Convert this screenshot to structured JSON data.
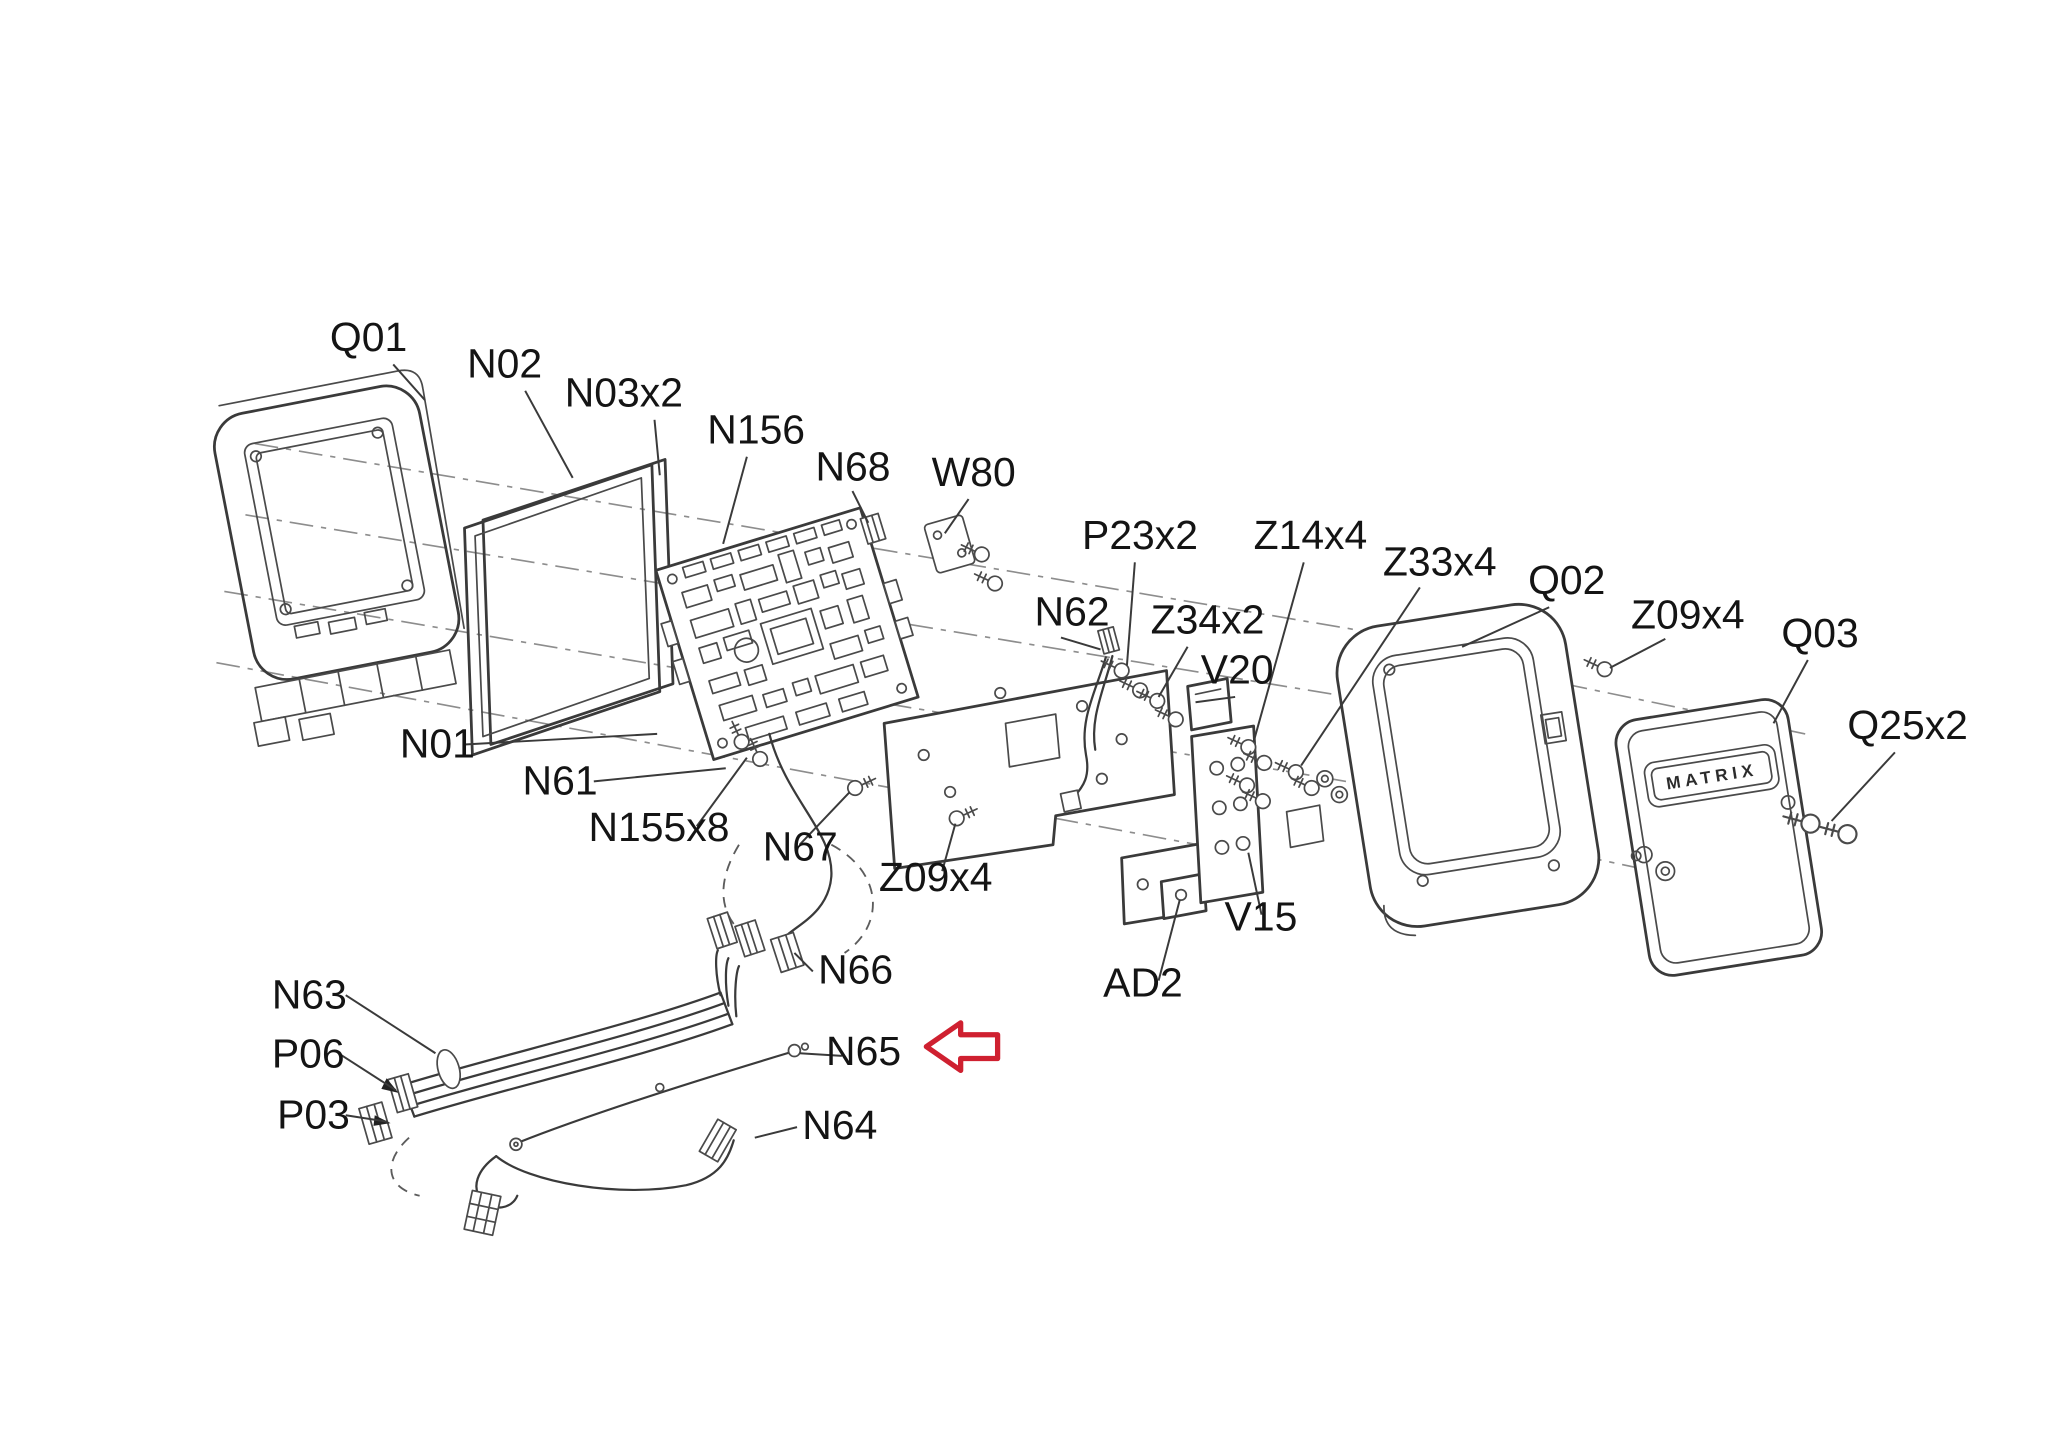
{
  "diagram": {
    "logo": "MATRIX",
    "arrow_color": "#cf2030",
    "line_color": "#3a3a3a",
    "labels": [
      {
        "text": "Q01"
      },
      {
        "text": "N02"
      },
      {
        "text": "N03x2"
      },
      {
        "text": "N156"
      },
      {
        "text": "N68"
      },
      {
        "text": "W80"
      },
      {
        "text": "P23x2"
      },
      {
        "text": "Z14x4"
      },
      {
        "text": "Z33x4"
      },
      {
        "text": "Q02"
      },
      {
        "text": "Z09x4"
      },
      {
        "text": "Q03"
      },
      {
        "text": "Q25x2"
      },
      {
        "text": "N62"
      },
      {
        "text": "Z34x2"
      },
      {
        "text": "V20"
      },
      {
        "text": "N01"
      },
      {
        "text": "N61"
      },
      {
        "text": "N155x8"
      },
      {
        "text": "N67"
      },
      {
        "text": "Z09x4"
      },
      {
        "text": "V15"
      },
      {
        "text": "AD2"
      },
      {
        "text": "N66"
      },
      {
        "text": "N63"
      },
      {
        "text": "P06"
      },
      {
        "text": "P03"
      },
      {
        "text": "N64"
      },
      {
        "text": "N65"
      }
    ]
  }
}
